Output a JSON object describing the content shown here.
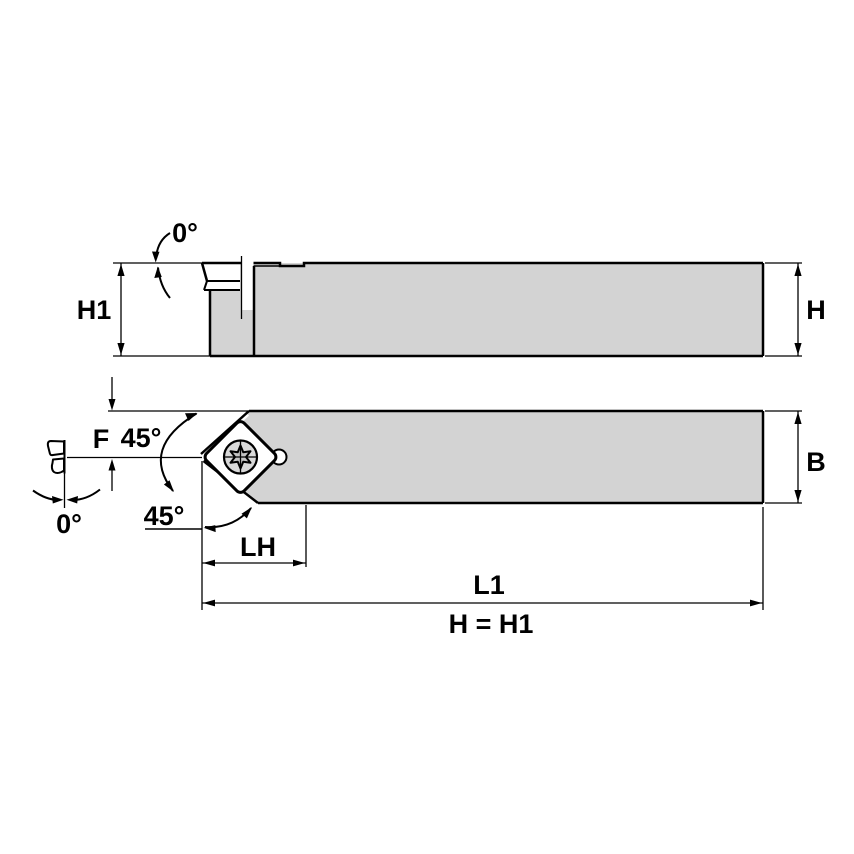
{
  "title": "Tool holder engineering drawing",
  "colors": {
    "background": "#ffffff",
    "line": "#000000",
    "body_fill": "#d3d3d3",
    "screw_fill": "#d9d9d9",
    "torx_fill": "#c3c3c3"
  },
  "views": {
    "side_view": {
      "name": "side-elevation-view",
      "labels": {
        "height_left": "H1",
        "rake_angle": "0°",
        "height_right": "H"
      }
    },
    "top_view": {
      "name": "plan-view",
      "labels": {
        "tip_offset": "F",
        "lead_angle_upper": "45°",
        "lead_angle_lower": "45°",
        "clearance_angle": "0°",
        "head_length": "LH",
        "shank_width": "B",
        "overall_length": "L1",
        "note": "H = H1"
      }
    }
  }
}
